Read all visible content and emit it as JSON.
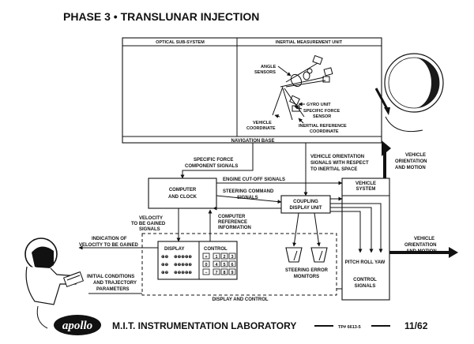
{
  "title": "PHASE 3 • TRANSLUNAR INJECTION",
  "optical_subsystem": "OPTICAL SUB-SYSTEM",
  "imu": {
    "title": "INERTIAL MEASUREMENT UNIT",
    "angle_sensors": [
      "ANGLE",
      "SENSORS"
    ],
    "gyro_unit": "GYRO UNIT",
    "specific_force_sensor": [
      "SPECIFIC FORCE",
      "SENSOR"
    ],
    "vehicle_coordinate": [
      "VEHICLE",
      "COORDINATE"
    ],
    "inertial_reference_coordinate": [
      "INERTIAL REFERENCE",
      "COORDINATE"
    ]
  },
  "navigation_base": "NAVIGATION BASE",
  "specific_force_signals": [
    "SPECIFIC FORCE",
    "COMPONENT SIGNALS"
  ],
  "vehicle_orientation_signals": [
    "VEHICLE ORIENTATION",
    "SIGNALS WITH RESPECT",
    "TO INERTIAL SPACE"
  ],
  "vehicle_orientation_motion_top": [
    "VEHICLE",
    "ORIENTATION",
    "AND MOTION"
  ],
  "engine_cutoff": "ENGINE CUT-OFF SIGNALS",
  "steering_command": [
    "STEERING COMMAND",
    "SIGNALS"
  ],
  "computer_clock": [
    "COMPUTER",
    "AND CLOCK"
  ],
  "coupling_display_unit": [
    "COUPLING",
    "DISPLAY UNIT"
  ],
  "vehicle_system": [
    "VEHICLE",
    "SYSTEM"
  ],
  "velocity_to_be_gained_signals": [
    "VELOCITY",
    "TO BE GAINED",
    "SIGNALS"
  ],
  "computer_reference_information": [
    "COMPUTER",
    "REFERENCE",
    "INFORMATION"
  ],
  "vehicle_orientation_motion_right": [
    "VEHICLE",
    "ORIENTATION",
    "AND MOTION"
  ],
  "indication_velocity": [
    "INDICATION OF",
    "VELOCITY TO BE GAINED"
  ],
  "initial_conditions": [
    "INITIAL CONDITIONS",
    "AND TRAJECTORY",
    "PARAMETERS"
  ],
  "display_label": "DISPLAY",
  "control_label": "CONTROL",
  "keys": [
    "1",
    "2",
    "3",
    "4",
    "5",
    "6",
    "7",
    "8",
    "9"
  ],
  "key_symbols": [
    "+",
    "0",
    "−"
  ],
  "steering_error_monitors": [
    "STEERING ERROR",
    "MONITORS"
  ],
  "pitch_roll_yaw": "PITCH ROLL YAW",
  "control_signals": [
    "CONTROL",
    "SIGNALS"
  ],
  "display_and_control": "DISPLAY AND CONTROL",
  "footer": {
    "logo": "apollo",
    "lab": "M.I.T. INSTRUMENTATION LABORATORY",
    "ref": "TP# 6613-5",
    "date": "11/62"
  }
}
